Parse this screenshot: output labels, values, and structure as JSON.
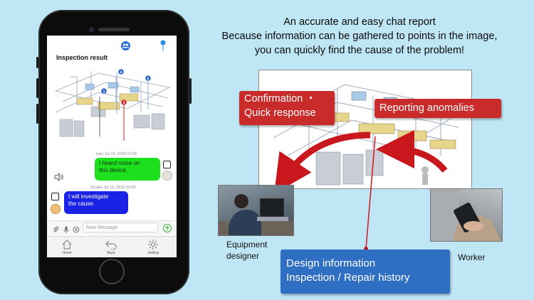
{
  "headline": {
    "line1": "An accurate and easy chat report",
    "line2": "Because information can be gathered to points in the image,",
    "line3": "you can quickly find the cause of the problem!"
  },
  "app": {
    "title": "Inspection result",
    "markers": [
      "1",
      "2",
      "3",
      "4"
    ],
    "messages": [
      {
        "meta": "kato Jul 13, 2018 22:06",
        "text_line1": "I heard noise on",
        "text_line2": "this device.",
        "color": "#1ee01e"
      },
      {
        "meta": "Tanaka Jul 13, 2018 22:08",
        "text_line1": "I will investigate",
        "text_line2": "the cause.",
        "color": "#1a22e6"
      }
    ],
    "input_placeholder": "New Message",
    "tabs": [
      {
        "label": "Home",
        "icon": "home-icon"
      },
      {
        "label": "Back",
        "icon": "back-icon"
      },
      {
        "label": "Setting",
        "icon": "gear-icon"
      }
    ]
  },
  "callouts": {
    "confirmation_line1": "Confirmation ・",
    "confirmation_line2": "Quick response",
    "reporting": "Reporting anomalies",
    "design_line1": "Design information",
    "design_line2": "Inspection / Repair history"
  },
  "people": {
    "designer_line1": "Equipment",
    "designer_line2": "designer",
    "worker": "Worker"
  },
  "colors": {
    "background": "#bfe6f4",
    "callout_red": "#c92b2b",
    "callout_blue": "#2e6ec3"
  }
}
